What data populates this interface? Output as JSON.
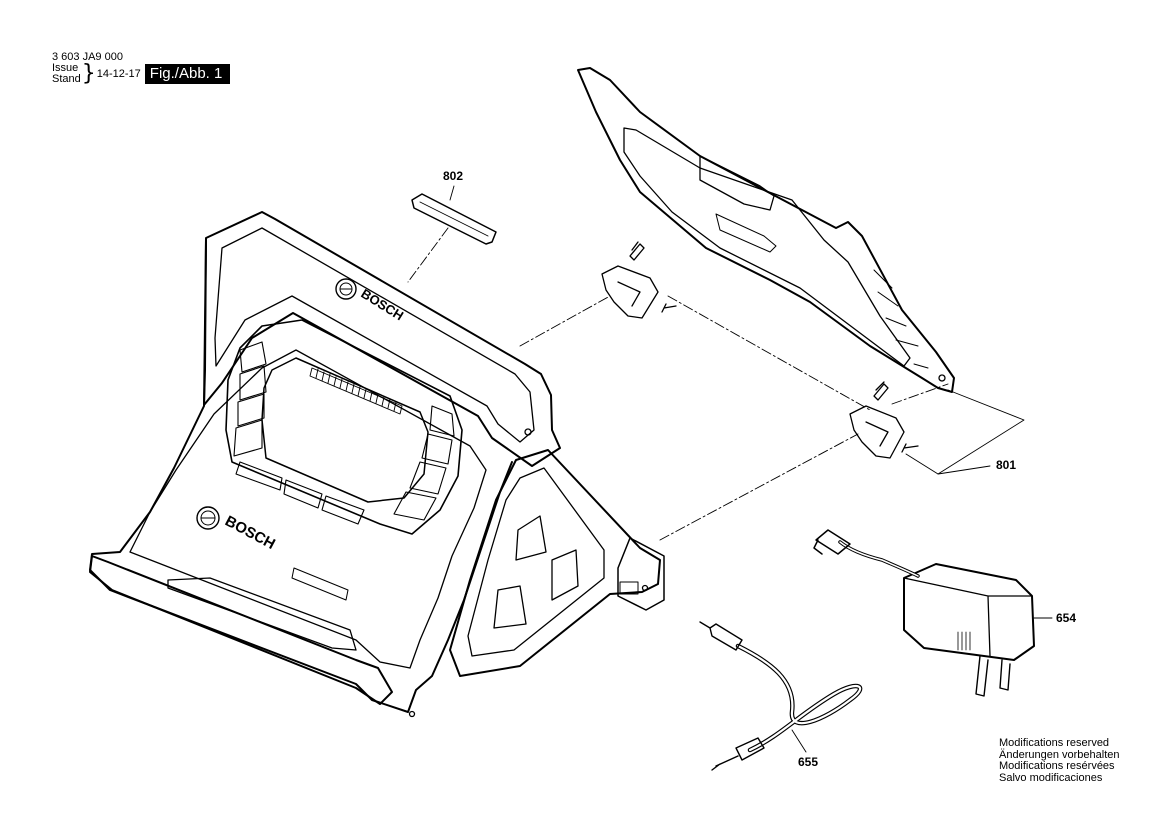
{
  "header": {
    "part_number": "3 603 JA9 000",
    "issue_label": "Issue",
    "stand_label": "Stand",
    "issue_date": "14-12-17",
    "figure_label": "Fig./Abb. 1"
  },
  "device": {
    "brand_top": "BOSCH",
    "brand_front": "BOSCH"
  },
  "callouts": {
    "c802": "802",
    "c801": "801",
    "c654": "654",
    "c655": "655"
  },
  "footer": {
    "lines": [
      "Modifications reserved",
      "Änderungen vorbehalten",
      "Modifications resérvées",
      "Salvo modificaciones"
    ]
  }
}
